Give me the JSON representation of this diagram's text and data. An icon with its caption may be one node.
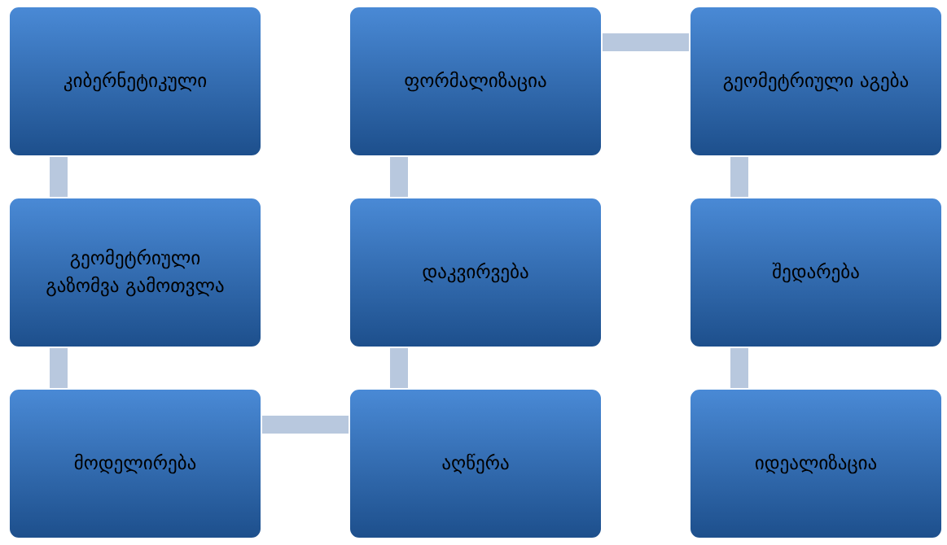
{
  "diagram": {
    "nodes": [
      {
        "text": [
          "კიბერნეტიკული"
        ]
      },
      {
        "text": [
          "გეომეტრიული გაზომვა გამოთვლა"
        ]
      },
      {
        "text": [
          "მოდელირება"
        ]
      },
      {
        "text": [
          "აღწერა"
        ]
      },
      {
        "text": [
          "დაკვირვება"
        ]
      },
      {
        "text": [
          "ფორმალიზაცია"
        ]
      },
      {
        "text": [
          "გეომეტრიული აგება"
        ]
      },
      {
        "text": [
          "შედარება"
        ]
      },
      {
        "text": [
          "იდეალიზაცია"
        ]
      }
    ],
    "edges": [
      {
        "from": 0,
        "to": 1,
        "arrow": "none"
      },
      {
        "from": 1,
        "to": 2,
        "arrow": "none"
      },
      {
        "from": 2,
        "to": 3,
        "arrow": "none"
      },
      {
        "from": 3,
        "to": 4,
        "arrow": "none"
      },
      {
        "from": 4,
        "to": 5,
        "arrow": "none"
      },
      {
        "from": 5,
        "to": 6,
        "arrow": "none"
      },
      {
        "from": 6,
        "to": 7,
        "arrow": "none"
      },
      {
        "from": 7,
        "to": 8,
        "arrow": "none"
      }
    ]
  }
}
